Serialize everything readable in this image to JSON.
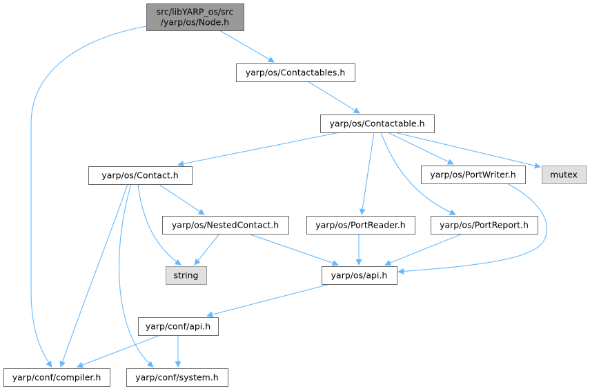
{
  "colors": {
    "edge": "#63b8ff",
    "node_border": "#666666",
    "node_fill": "#ffffff",
    "root_fill": "#999999",
    "root_border": "#666666",
    "external_fill": "#e0e0e0",
    "external_border": "#999999"
  },
  "nodes": [
    {
      "id": "root",
      "label": "src/libYARP_os/src\n/yarp/os/Node.h",
      "kind": "root"
    },
    {
      "id": "contactables",
      "label": "yarp/os/Contactables.h",
      "kind": "normal"
    },
    {
      "id": "contactable",
      "label": "yarp/os/Contactable.h",
      "kind": "normal"
    },
    {
      "id": "contact",
      "label": "yarp/os/Contact.h",
      "kind": "normal"
    },
    {
      "id": "portwriter",
      "label": "yarp/os/PortWriter.h",
      "kind": "normal"
    },
    {
      "id": "mutex",
      "label": "mutex",
      "kind": "external"
    },
    {
      "id": "nestedcontact",
      "label": "yarp/os/NestedContact.h",
      "kind": "normal"
    },
    {
      "id": "portreader",
      "label": "yarp/os/PortReader.h",
      "kind": "normal"
    },
    {
      "id": "portreport",
      "label": "yarp/os/PortReport.h",
      "kind": "normal"
    },
    {
      "id": "string",
      "label": "string",
      "kind": "external"
    },
    {
      "id": "osapi",
      "label": "yarp/os/api.h",
      "kind": "normal"
    },
    {
      "id": "confapi",
      "label": "yarp/conf/api.h",
      "kind": "normal"
    },
    {
      "id": "compiler",
      "label": "yarp/conf/compiler.h",
      "kind": "normal"
    },
    {
      "id": "system",
      "label": "yarp/conf/system.h",
      "kind": "normal"
    }
  ],
  "edges": [
    {
      "from": "root",
      "to": "contactables"
    },
    {
      "from": "root",
      "to": "compiler"
    },
    {
      "from": "contactables",
      "to": "contactable"
    },
    {
      "from": "contactable",
      "to": "contact"
    },
    {
      "from": "contactable",
      "to": "portreader"
    },
    {
      "from": "contactable",
      "to": "portreport"
    },
    {
      "from": "contactable",
      "to": "portwriter"
    },
    {
      "from": "contactable",
      "to": "mutex"
    },
    {
      "from": "contact",
      "to": "nestedcontact"
    },
    {
      "from": "contact",
      "to": "string"
    },
    {
      "from": "contact",
      "to": "compiler"
    },
    {
      "from": "contact",
      "to": "system"
    },
    {
      "from": "nestedcontact",
      "to": "string"
    },
    {
      "from": "nestedcontact",
      "to": "osapi"
    },
    {
      "from": "portreader",
      "to": "osapi"
    },
    {
      "from": "portreport",
      "to": "osapi"
    },
    {
      "from": "portwriter",
      "to": "osapi"
    },
    {
      "from": "osapi",
      "to": "confapi"
    },
    {
      "from": "confapi",
      "to": "compiler"
    },
    {
      "from": "confapi",
      "to": "system"
    }
  ]
}
